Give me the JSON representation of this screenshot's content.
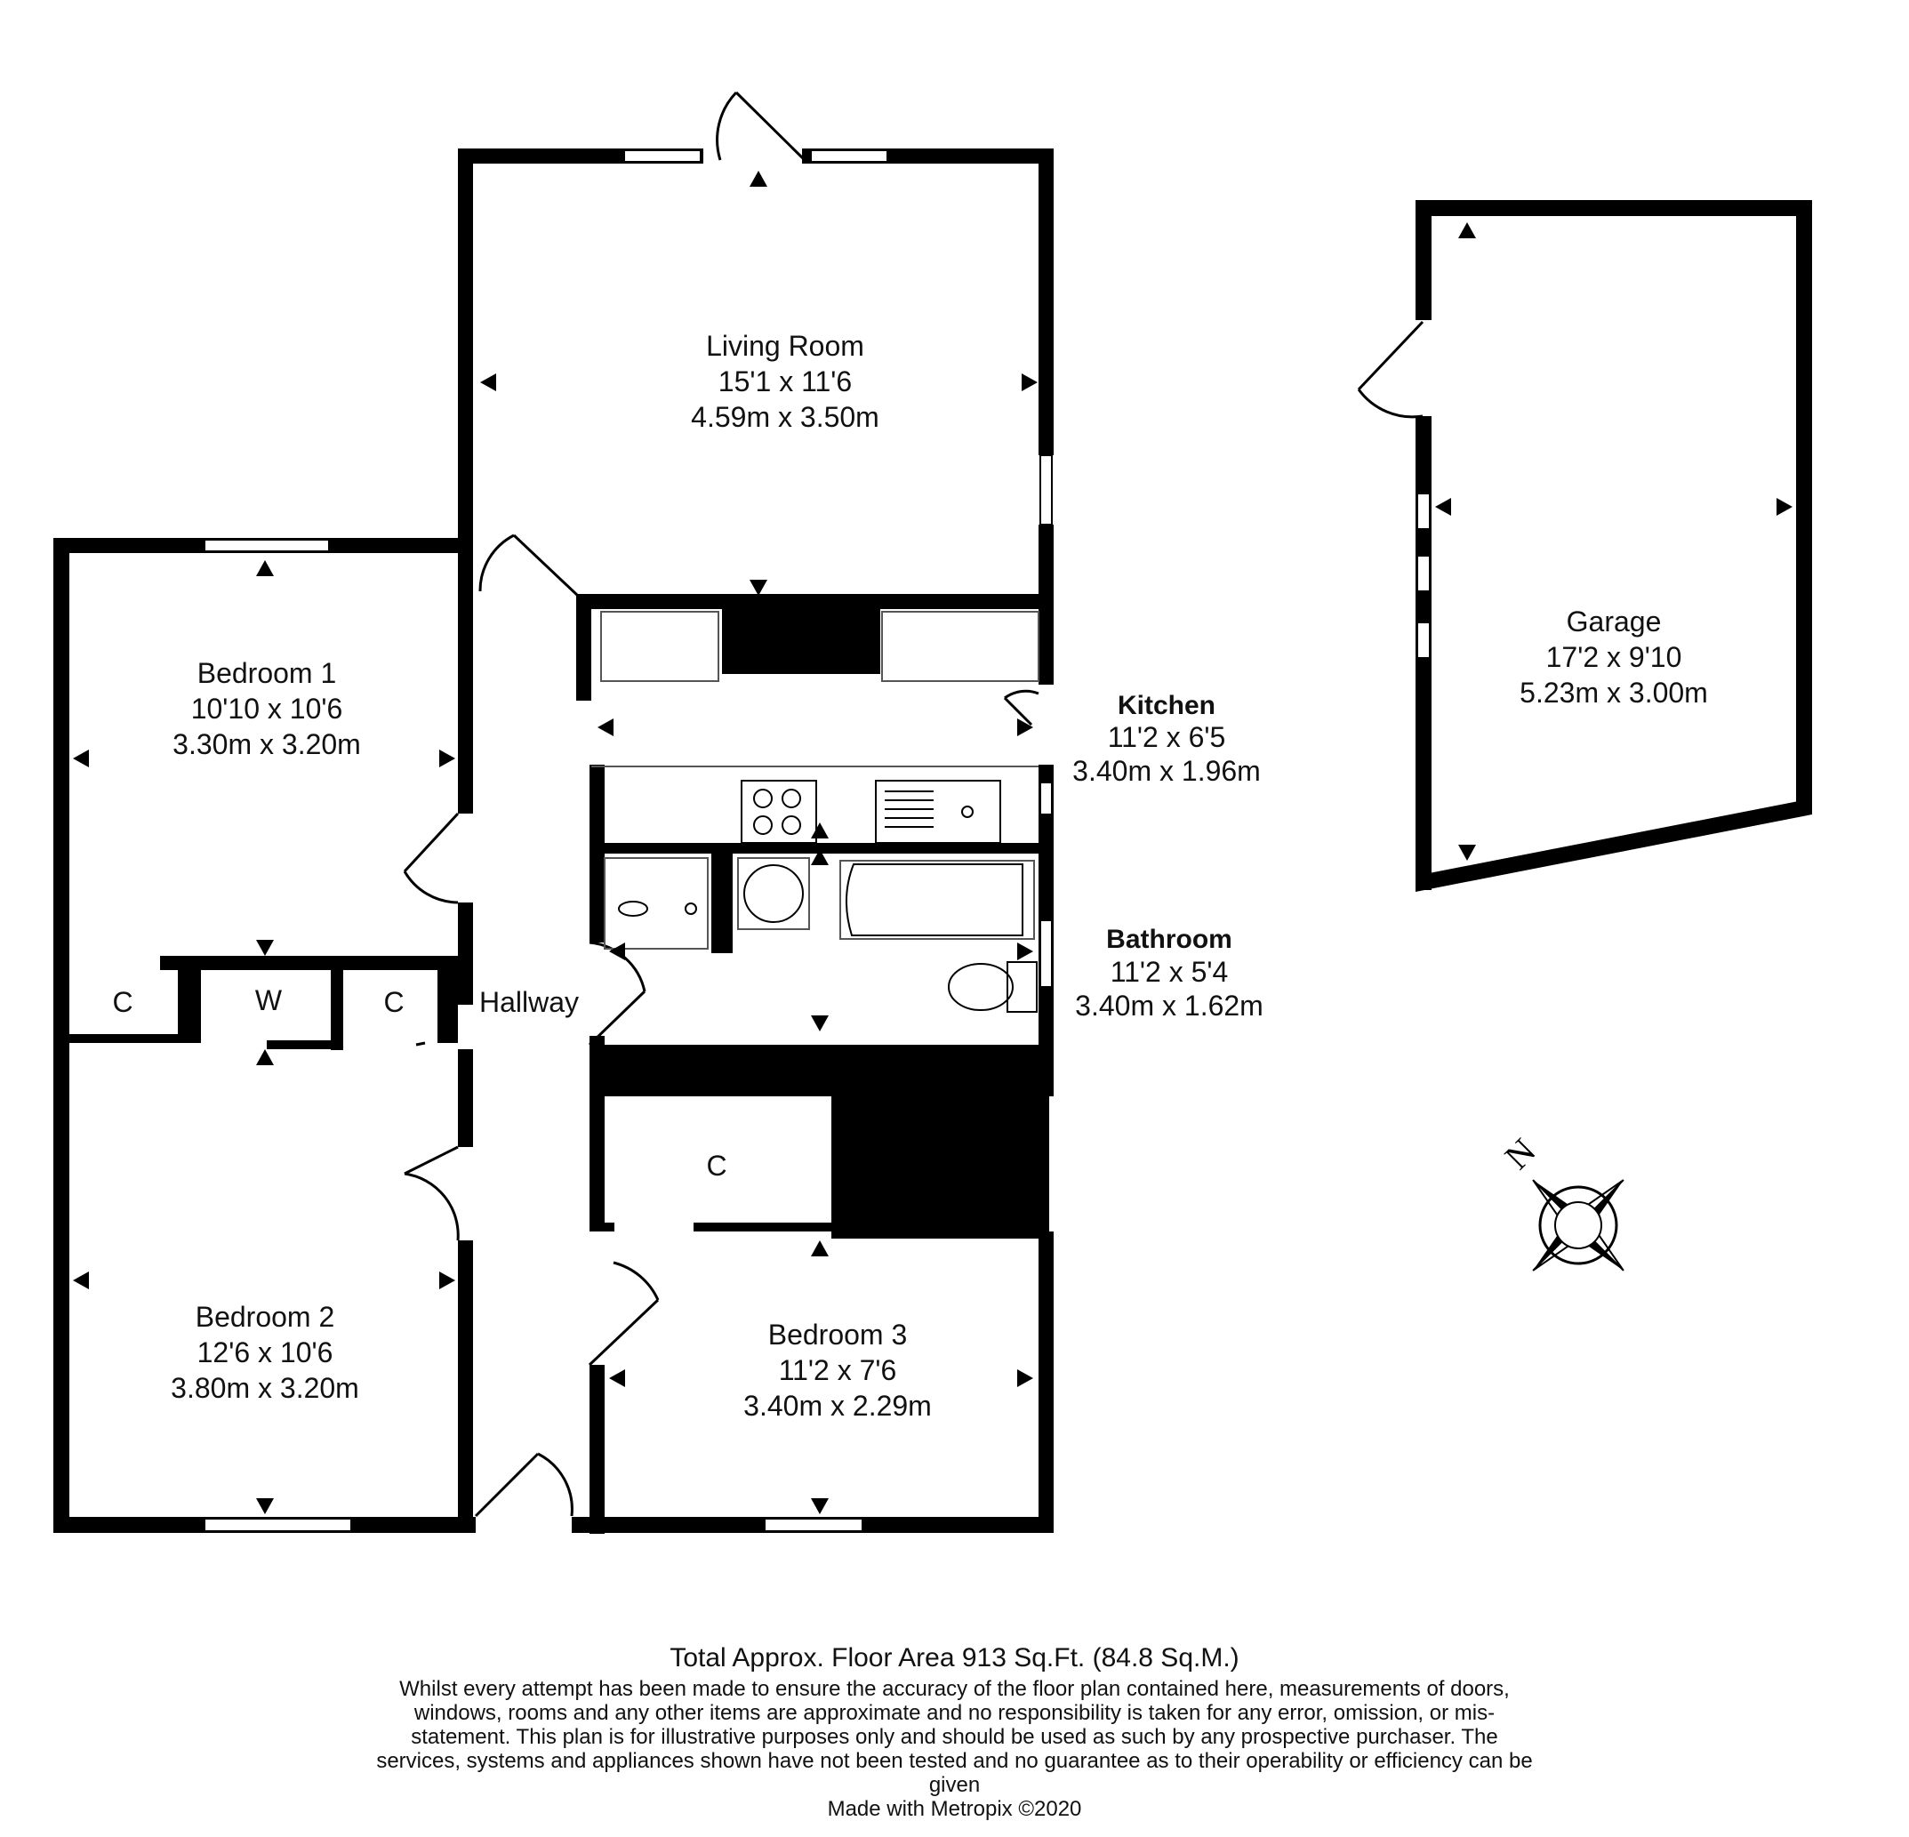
{
  "rooms": {
    "living": {
      "name": "Living Room",
      "imperial": "15'1 x 11'6",
      "metric": "4.59m x 3.50m"
    },
    "bedroom1": {
      "name": "Bedroom 1",
      "imperial": "10'10 x 10'6",
      "metric": "3.30m x 3.20m"
    },
    "bedroom2": {
      "name": "Bedroom 2",
      "imperial": "12'6 x 10'6",
      "metric": "3.80m x 3.20m"
    },
    "bedroom3": {
      "name": "Bedroom 3",
      "imperial": "11'2 x 7'6",
      "metric": "3.40m x 2.29m"
    },
    "kitchen": {
      "name": "Kitchen",
      "imperial": "11'2 x 6'5",
      "metric": "3.40m x 1.96m"
    },
    "bathroom": {
      "name": "Bathroom",
      "imperial": "11'2 x 5'4",
      "metric": "3.40m x 1.62m"
    },
    "garage": {
      "name": "Garage",
      "imperial": "17'2 x 9'10",
      "metric": "5.23m x 3.00m"
    },
    "hallway": {
      "name": "Hallway"
    }
  },
  "storage": {
    "cupboard": "C",
    "wardrobe": "W"
  },
  "compass": {
    "north": "N"
  },
  "footer": {
    "total_area": "Total Approx. Floor Area 913 Sq.Ft. (84.8 Sq.M.)",
    "disclaimer": "Whilst every attempt has been made to ensure the accuracy of the floor plan contained here, measurements of doors, windows, rooms and any other items are approximate and no responsibility is taken for any error, omission, or mis-statement. This plan is for illustrative purposes only and should be used as such by any prospective purchaser. The services, systems and appliances shown have not been tested and no guarantee as to their operability or efficiency can be given",
    "credit": "Made with Metropix ©2020"
  },
  "colors": {
    "wall": "#000000",
    "background": "#ffffff",
    "fixture": "#555555"
  }
}
